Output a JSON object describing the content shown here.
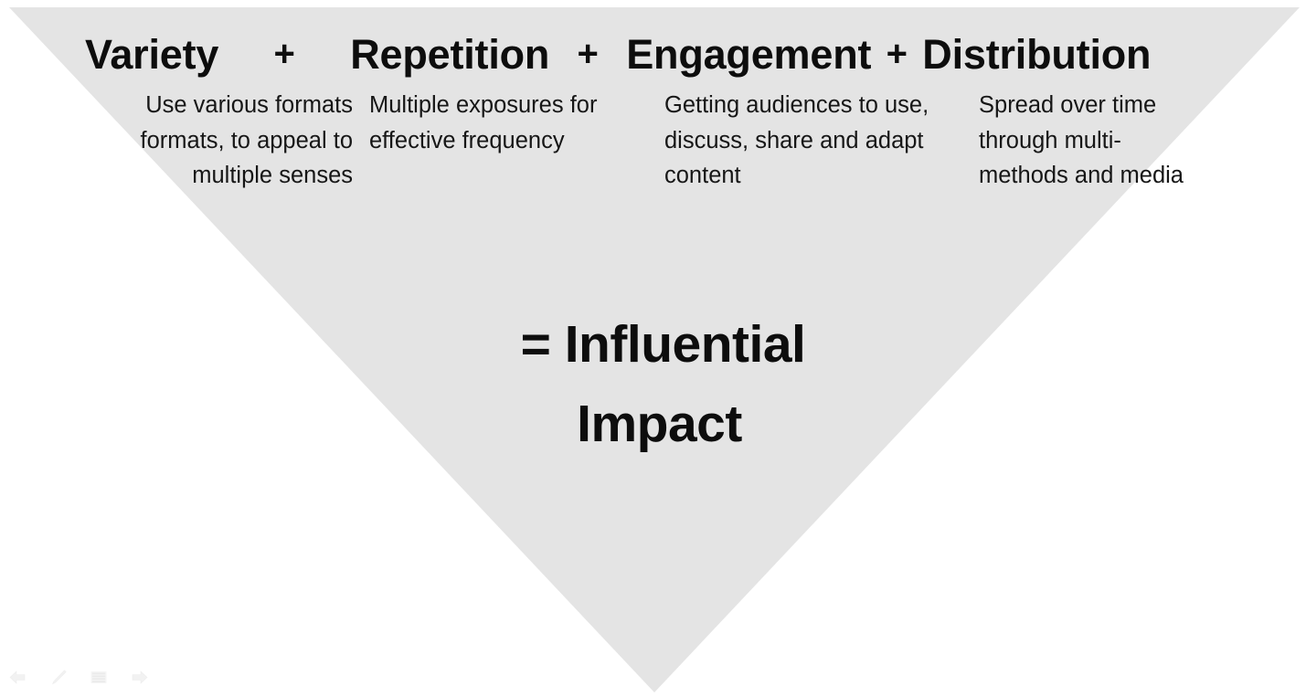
{
  "slide": {
    "shape_name": "downward-triangle-funnel",
    "shape_fill": "#E4E4E4",
    "background": "#FFFFFF",
    "text_color": "#0D0D0D"
  },
  "headers": {
    "terms": [
      {
        "label": "Variety"
      },
      {
        "label": "Repetition"
      },
      {
        "label": "Engagement"
      },
      {
        "label": "Distribution"
      }
    ],
    "operators": [
      {
        "label": "+"
      },
      {
        "label": "+"
      },
      {
        "label": "+"
      }
    ]
  },
  "columns": [
    {
      "key": "variety",
      "title": "Variety",
      "body": "Use various formats formats, to appeal to multiple senses",
      "align": "right"
    },
    {
      "key": "repetition",
      "title": "Repetition",
      "body": "Multiple exposures for effective frequency",
      "align": "left"
    },
    {
      "key": "engagement",
      "title": "Engagement",
      "body": "Getting audiences to use, discuss, share and adapt content",
      "align": "left"
    },
    {
      "key": "distribution",
      "title": "Distribution",
      "body": "Spread over time through multi-methods and media",
      "align": "left"
    }
  ],
  "result": {
    "line1": "= Influential",
    "line2": "Impact",
    "full_text": "= Influential Impact"
  },
  "mini_toolbar": {
    "icons": [
      {
        "name": "back-arrow-icon",
        "label": "Previous"
      },
      {
        "name": "pen-icon",
        "label": "Pen"
      },
      {
        "name": "menu-lines-icon",
        "label": "Menu"
      },
      {
        "name": "forward-arrow-icon",
        "label": "Next"
      }
    ],
    "color": "#F2F2F2"
  }
}
